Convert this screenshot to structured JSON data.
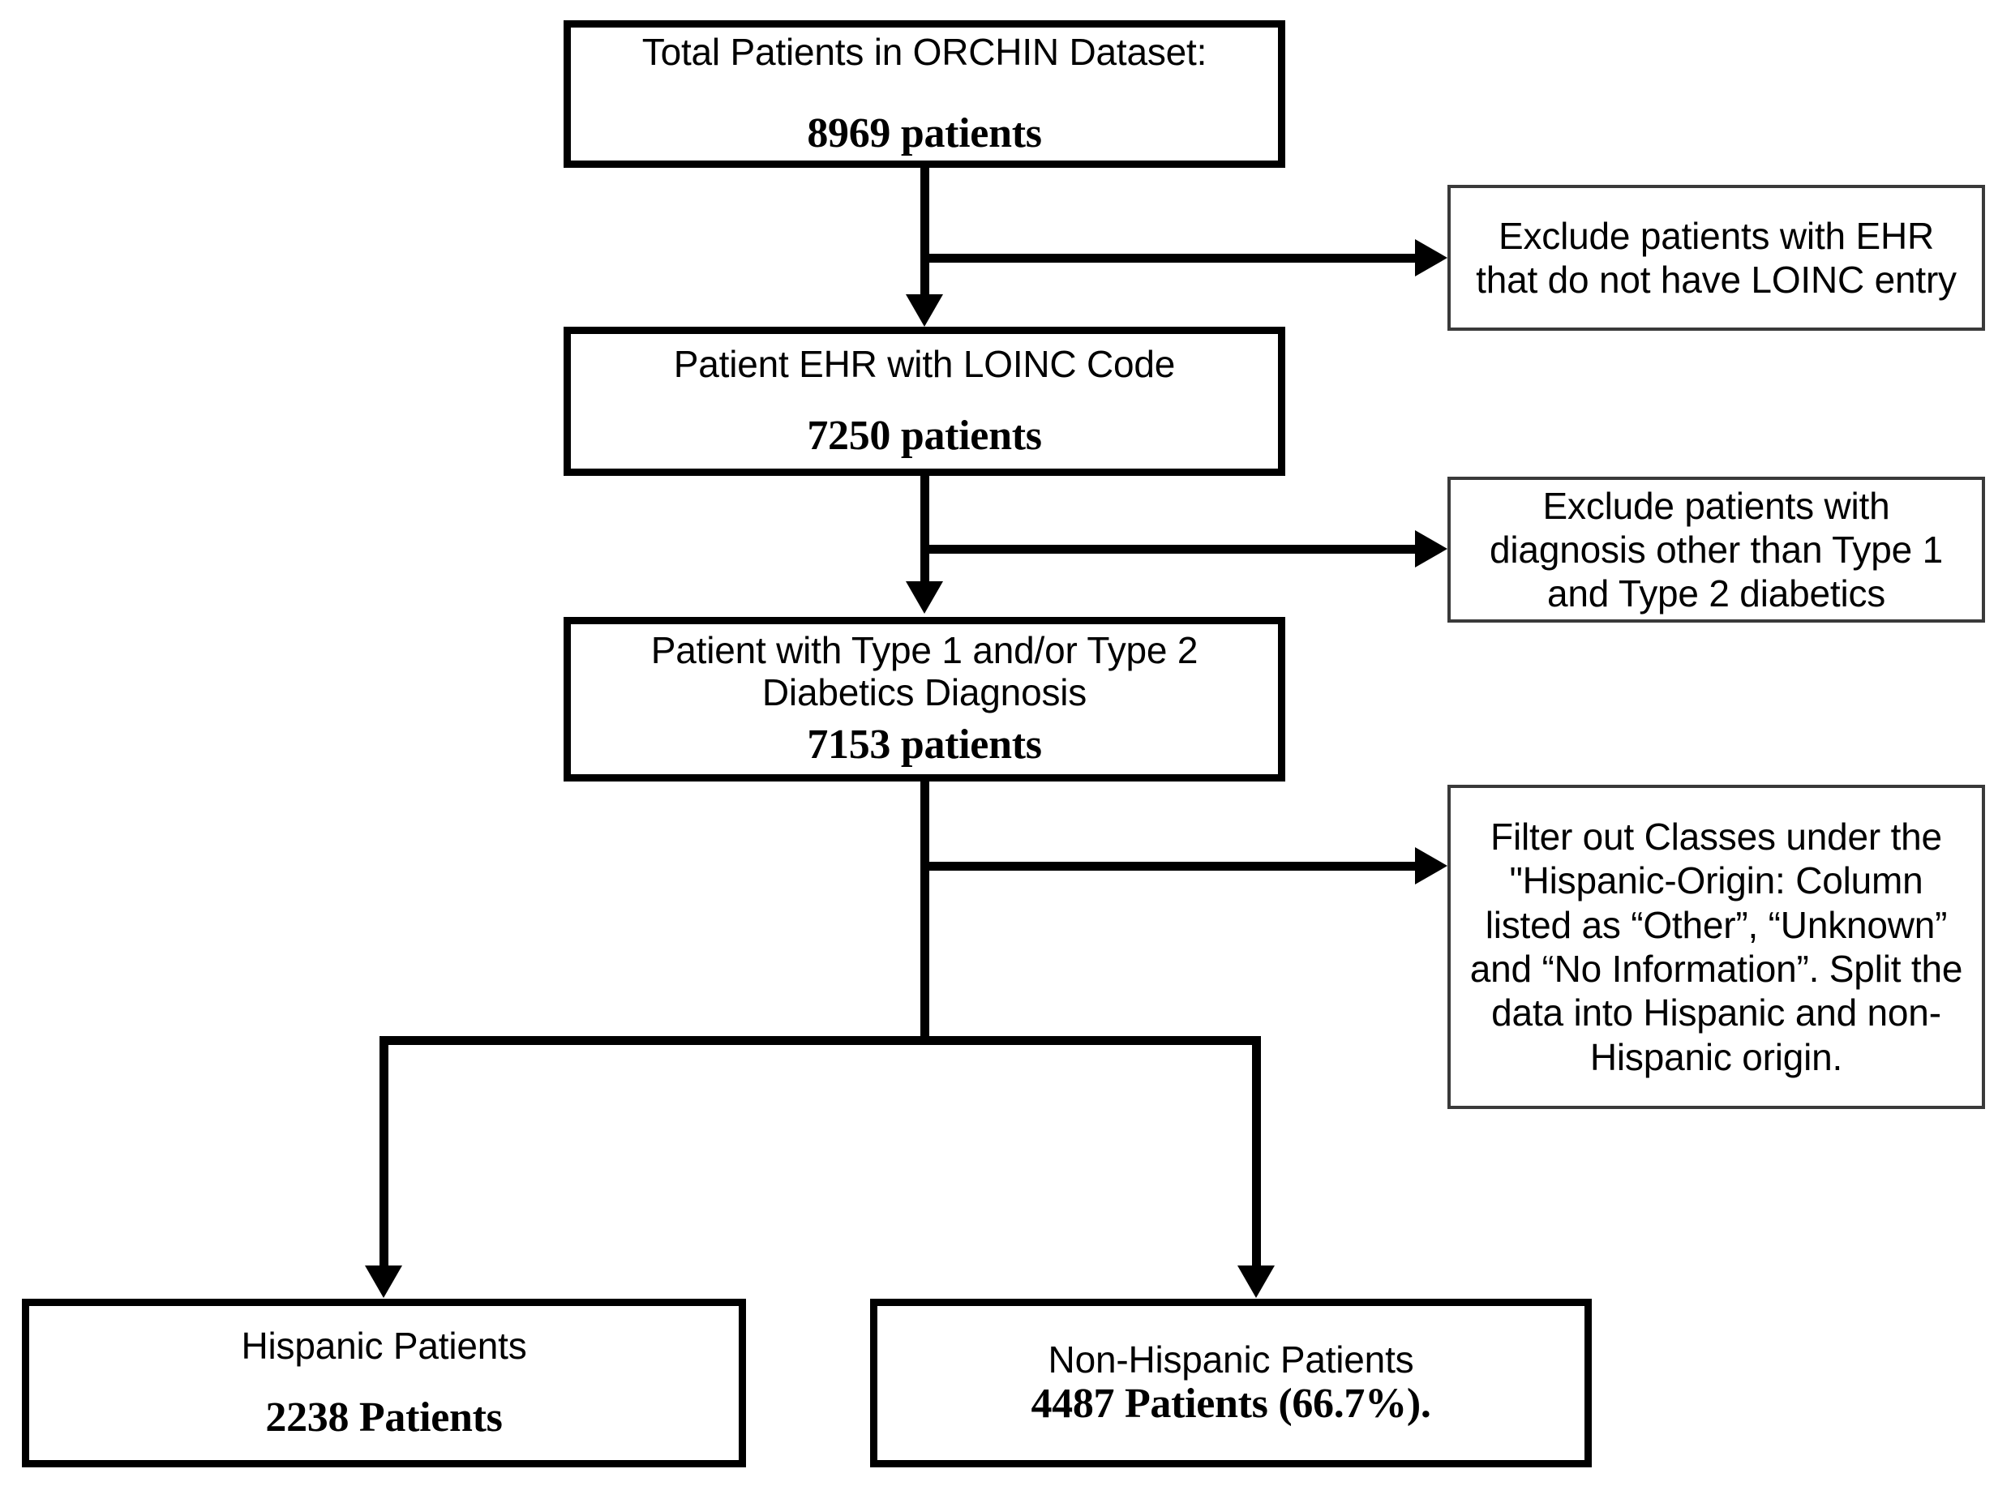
{
  "diagram": {
    "type": "flowchart",
    "title": "Patient cohort selection flow diagram",
    "colors": {
      "node_border": "#000000",
      "annotation_border": "#3a3a3a",
      "background": "#ffffff",
      "text": "#000000"
    },
    "nodes": [
      {
        "id": "total",
        "label": "Total Patients in ORCHIN Dataset:",
        "count": "8969 patients",
        "value": 8969
      },
      {
        "id": "loinc",
        "label": "Patient EHR with LOINC Code",
        "count": "7250 patients",
        "value": 7250
      },
      {
        "id": "diabetes",
        "label": "Patient with Type 1 and/or Type 2\nDiabetics Diagnosis",
        "count": "7153 patients",
        "value": 7153
      }
    ],
    "annotations": [
      {
        "id": "exclude-loinc",
        "text": "Exclude patients with EHR\nthat do not have LOINC entry"
      },
      {
        "id": "exclude-diagnosis",
        "text": "Exclude patients with\ndiagnosis other than Type 1\nand Type 2 diabetics"
      },
      {
        "id": "filter-hispanic-origin",
        "text": "Filter out Classes under the\n\"Hispanic-Origin: Column\nlisted as “Other”, “Unknown”\nand “No Information”. Split the\ndata into Hispanic and non-\nHispanic origin."
      }
    ],
    "outcomes": [
      {
        "id": "hispanic",
        "label": "Hispanic Patients",
        "count": "2238 Patients",
        "value": 2238
      },
      {
        "id": "non-hispanic",
        "label": "Non-Hispanic Patients",
        "count": "4487 Patients (66.7%).",
        "value": 4487,
        "percent": "66.7%"
      }
    ]
  }
}
